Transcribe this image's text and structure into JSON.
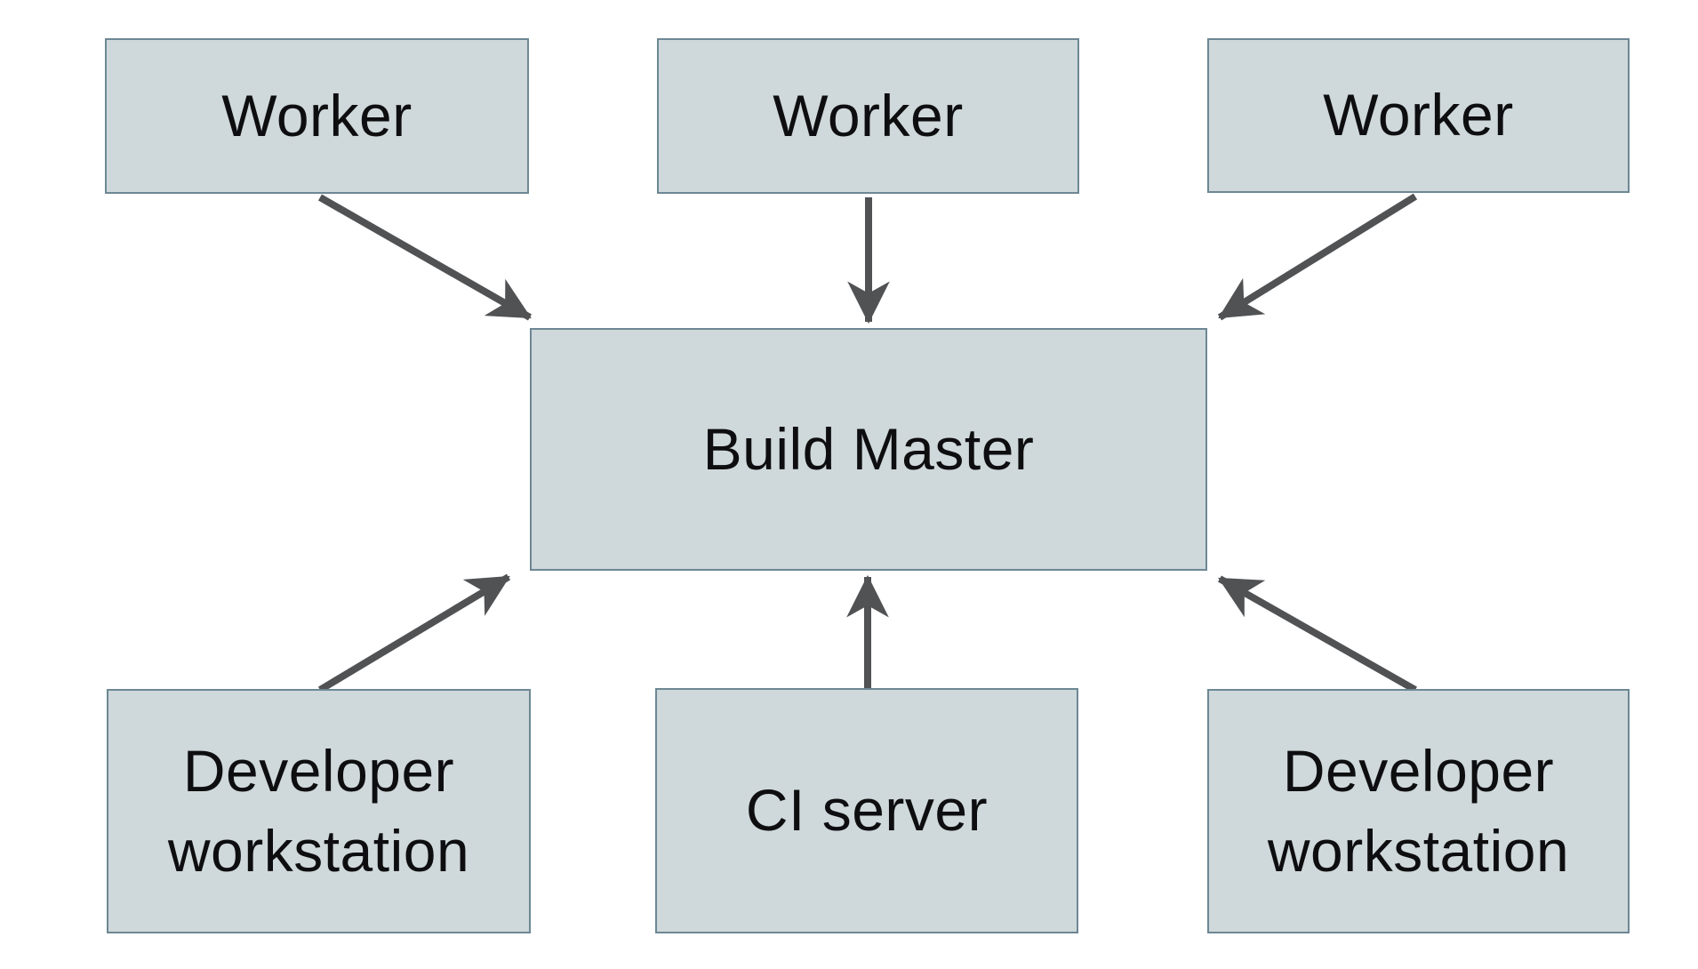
{
  "diagram": {
    "title_implied": "Build Master distributed build architecture",
    "colors": {
      "background": "#ffffff",
      "node_fill": "#cfd8da",
      "node_border": "#6d8794",
      "text_color": "#0e0e10",
      "arrow_color": "#515254"
    },
    "nodes": {
      "worker_1": {
        "label": "Worker"
      },
      "worker_2": {
        "label": "Worker"
      },
      "worker_3": {
        "label": "Worker"
      },
      "build_master": {
        "label": "Build Master"
      },
      "dev_workstation_left": {
        "label": "Developer workstation"
      },
      "ci_server": {
        "label": "CI server"
      },
      "dev_workstation_right": {
        "label": "Developer workstation"
      }
    },
    "edges": [
      {
        "from": "worker_1",
        "to": "build_master",
        "direction": "down-right"
      },
      {
        "from": "worker_2",
        "to": "build_master",
        "direction": "down"
      },
      {
        "from": "worker_3",
        "to": "build_master",
        "direction": "down-left"
      },
      {
        "from": "dev_workstation_left",
        "to": "build_master",
        "direction": "up-right"
      },
      {
        "from": "ci_server",
        "to": "build_master",
        "direction": "up"
      },
      {
        "from": "dev_workstation_right",
        "to": "build_master",
        "direction": "up-left"
      }
    ]
  }
}
